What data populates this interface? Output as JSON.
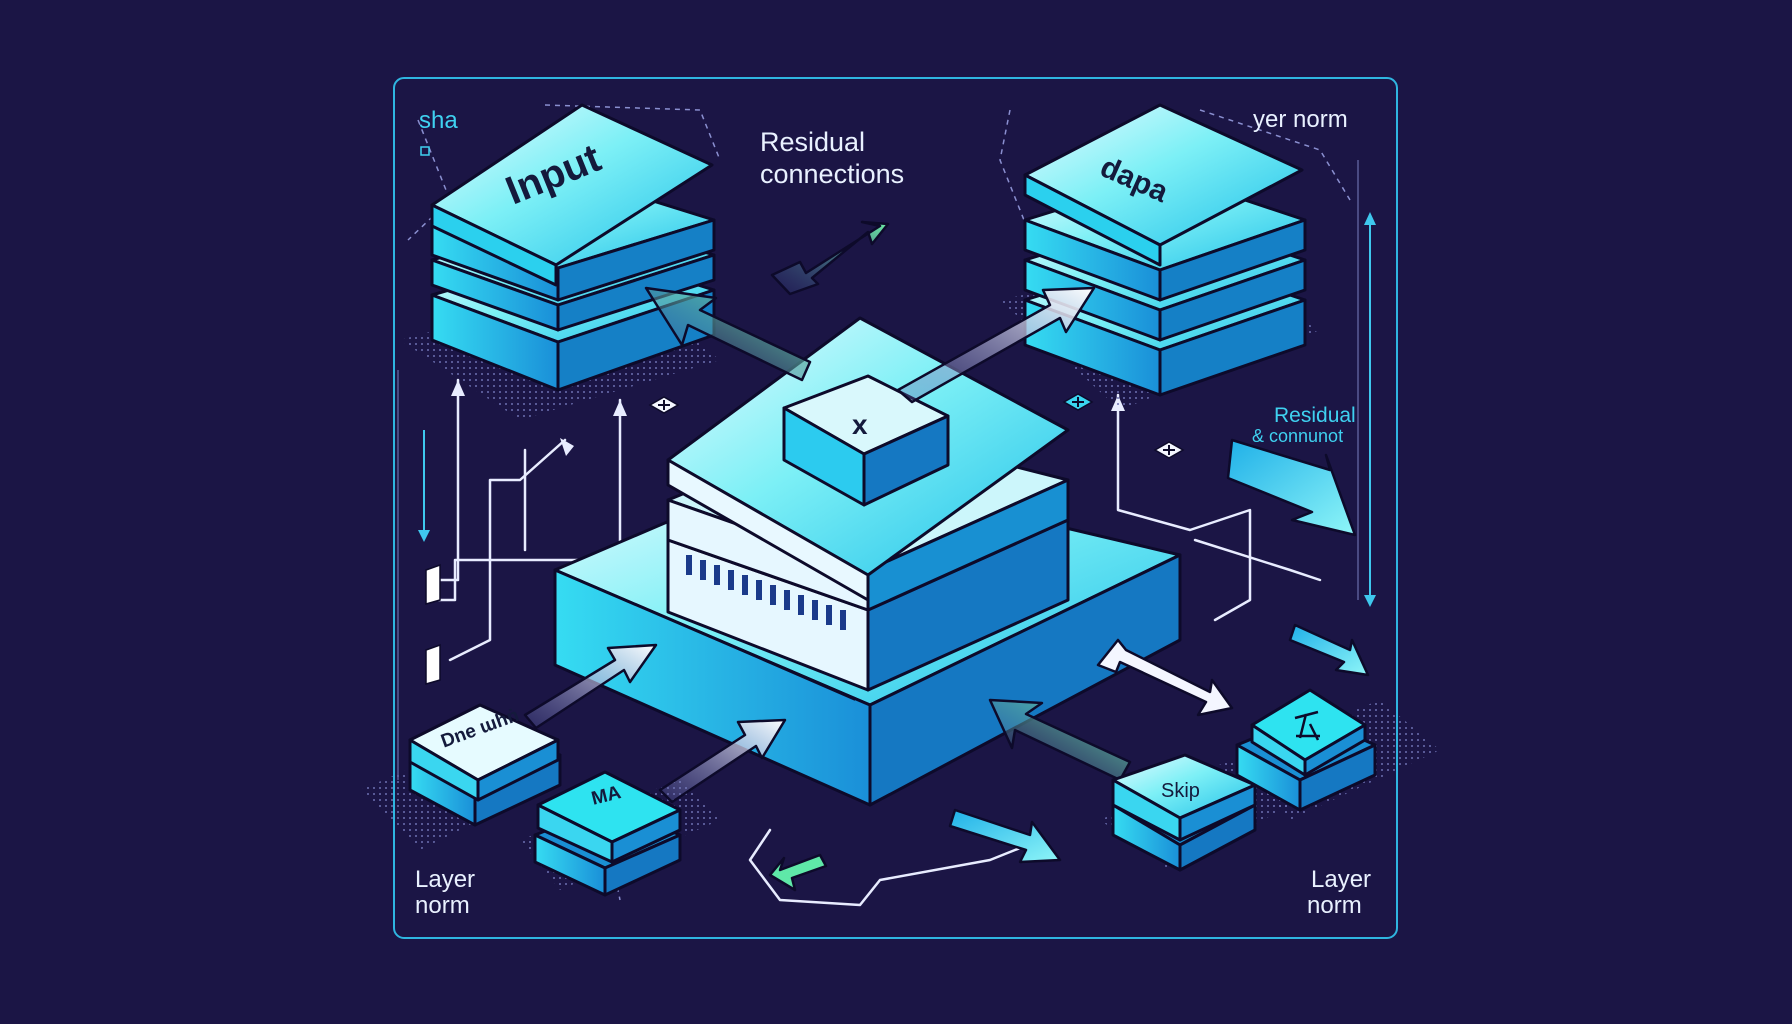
{
  "colors": {
    "background": "#1b1545",
    "frame": "#2fb5e0",
    "block_top": "#55e6f5",
    "block_side": "#1aa5e0",
    "block_dark": "#1780c8",
    "outline": "#0d0a2a",
    "arrow_green": "#5fe8a8",
    "arrow_white": "#f2f4ff",
    "line": "#e8ecff"
  },
  "labels": {
    "top_left": "sha",
    "top_center_line1": "Residual",
    "top_center_line2": "connections",
    "top_right": "yer norm",
    "input_block": "Input",
    "right_block": "dapa",
    "center_block": "x",
    "right_side_line1": "Residual",
    "right_side_line2": "& connunot",
    "left_block": "Dne ɯhṅ",
    "ma_block": "MA",
    "skip_block": "Skip",
    "bottom_left_line1": "Layer",
    "bottom_left_line2": "norm",
    "bottom_right_line1": "Layer",
    "bottom_right_line2": "norm"
  },
  "icons": {
    "plus_marks": "plus-icon",
    "small_block_symbol": "bolt-icon"
  }
}
